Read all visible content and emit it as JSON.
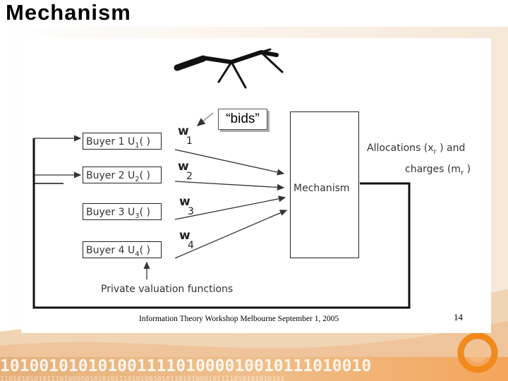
{
  "slide": {
    "title": "Mechanism"
  },
  "diagram": {
    "bids_callout": "“bids”",
    "mechanism_label": "Mechanism",
    "buyers": [
      {
        "label": "Buyer 1  U",
        "index": "1",
        "suffix": "( )",
        "bid_symbol": "w",
        "bid_index": "1"
      },
      {
        "label": "Buyer 2  U",
        "index": "2",
        "suffix": "( )",
        "bid_symbol": "w",
        "bid_index": "2"
      },
      {
        "label": "Buyer 3  U",
        "index": "3",
        "suffix": "( )",
        "bid_symbol": "w",
        "bid_index": "3"
      },
      {
        "label": "Buyer 4  U",
        "index": "4",
        "suffix": "( )",
        "bid_symbol": "w",
        "bid_index": "4"
      }
    ],
    "allocations": {
      "line1_prefix": "Allocations (x",
      "x_sub": "r",
      "line1_suffix": " ) and",
      "line2_prefix": "charges (m",
      "m_sub": "r",
      "line2_suffix": " )"
    },
    "private_valuation": "Private valuation functions"
  },
  "footer": {
    "text": "Information Theory Workshop  Melbourne September 1, 2005",
    "page_number": "14"
  },
  "decoration": {
    "binary_row1": "10100101010100111101000010010111010010",
    "binary_row2": "1101010101011101000001010101110101001010110101000101111010101010101"
  },
  "colors": {
    "accent_orange": "#f08a1c",
    "sweep": "#e9c9a3"
  }
}
